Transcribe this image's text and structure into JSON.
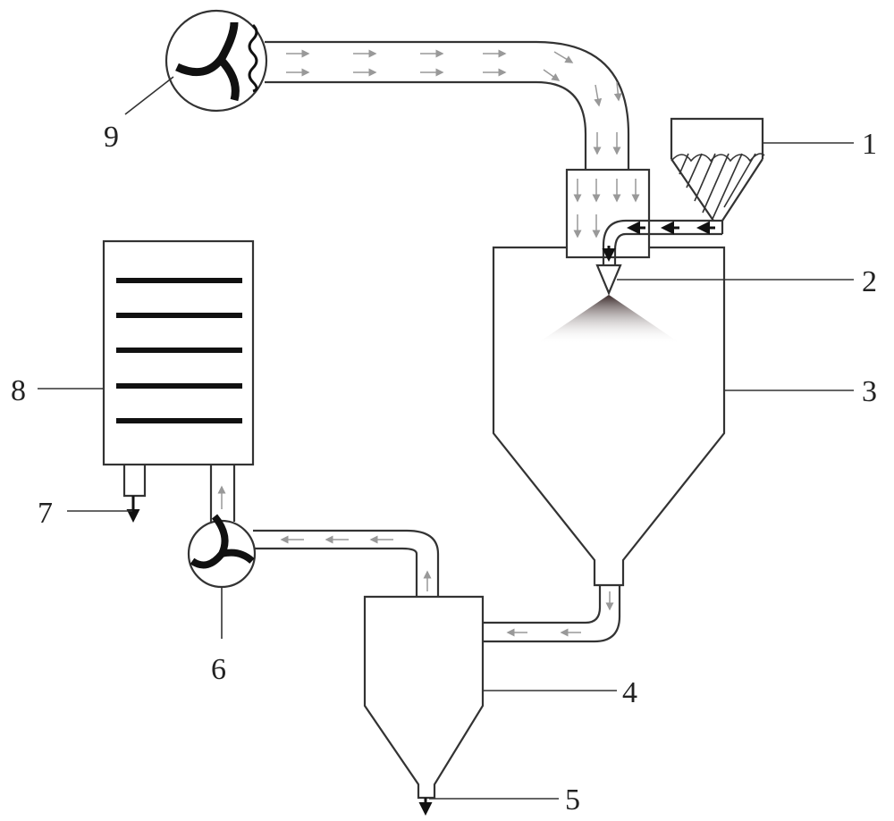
{
  "labels": {
    "l1": "1",
    "l2": "2",
    "l3": "3",
    "l4": "4",
    "l5": "5",
    "l6": "6",
    "l7": "7",
    "l8": "8",
    "l9": "9"
  },
  "colors": {
    "line": "#333333",
    "flow_arrow": "#999999",
    "feed_arrow": "#111111"
  }
}
